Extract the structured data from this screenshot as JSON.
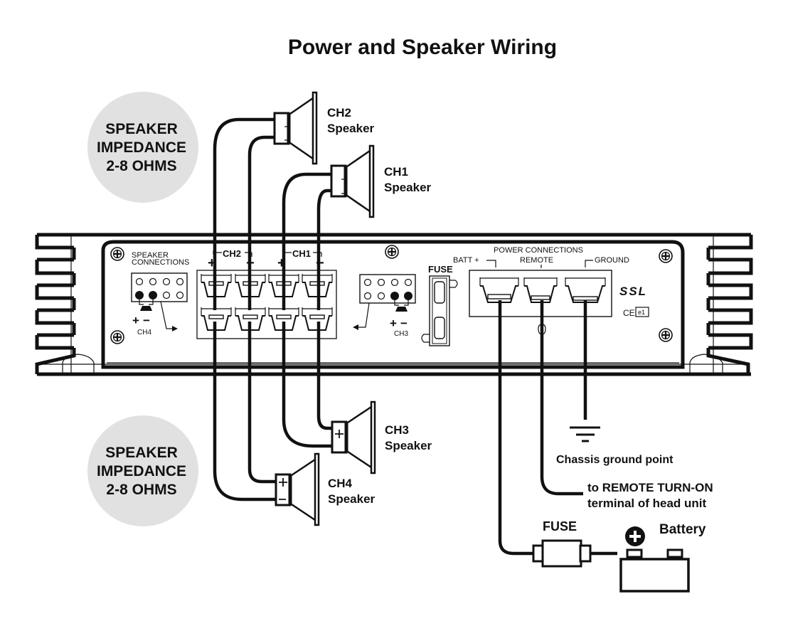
{
  "title": "Power and Speaker Wiring",
  "impedance_badges": [
    {
      "lines": [
        "SPEAKER",
        "IMPEDANCE",
        "2-8 OHMS"
      ],
      "color": "#e1e1e1"
    },
    {
      "lines": [
        "SPEAKER",
        "IMPEDANCE",
        "2-8 OHMS"
      ],
      "color": "#e1e1e1"
    }
  ],
  "speakers": {
    "ch2": {
      "name": "CH2",
      "label": "Speaker"
    },
    "ch1": {
      "name": "CH1",
      "label": "Speaker"
    },
    "ch3": {
      "name": "CH3",
      "label": "Speaker"
    },
    "ch4": {
      "name": "CH4",
      "label": "Speaker"
    }
  },
  "amp_panel": {
    "speaker_connections": [
      "SPEAKER",
      "CONNECTIONS"
    ],
    "ch2_label": "CH2",
    "ch1_label": "CH1",
    "plus": "+",
    "minus": "−",
    "ch4_label": "CH4",
    "ch3_label": "CH3",
    "fuse_label": "FUSE",
    "power_connections": "POWER CONNECTIONS",
    "batt_label": "BATT +",
    "remote_label": "REMOTE",
    "ground_label": "GROUND",
    "brand": "SSL",
    "ce_mark": "CE",
    "cert_mark": "e1"
  },
  "callouts": {
    "ground": "Chassis ground point",
    "remote_line1": "to REMOTE TURN-ON",
    "remote_line2": "terminal of head unit",
    "fuse": "FUSE",
    "battery": "Battery",
    "battery_plus": "+"
  },
  "icons": {
    "screw": "phillips-screw-icon",
    "speaker": "speaker-cone-icon",
    "ground": "ground-symbol-icon",
    "fuse": "inline-fuse-icon",
    "battery": "battery-icon"
  }
}
